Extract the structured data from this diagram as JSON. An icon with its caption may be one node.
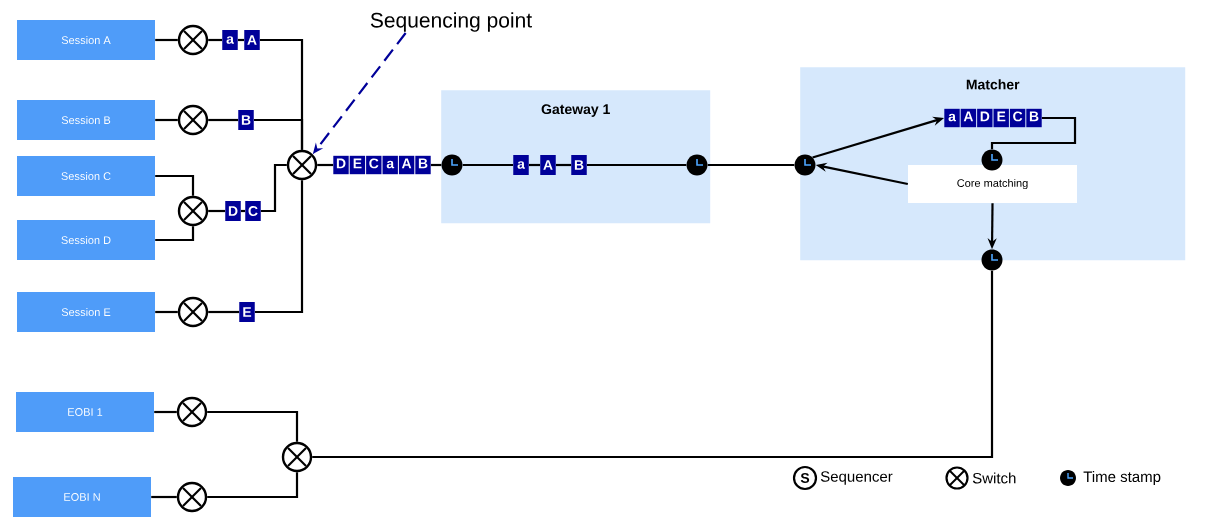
{
  "diagram": {
    "nodes": [
      {
        "text": [
          "Session A"
        ]
      },
      {
        "text": [
          "Session B"
        ]
      },
      {
        "text": [
          "Session C"
        ]
      },
      {
        "text": [
          "Session D"
        ]
      },
      {
        "text": [
          "Session E"
        ]
      },
      {
        "text": [
          "EOBI 1"
        ]
      },
      {
        "text": [
          "EOBI N"
        ]
      },
      {
        "text": [
          "Gateway 1"
        ]
      },
      {
        "text": [
          "Matcher"
        ]
      },
      {
        "text": [
          "Core matching"
        ],
        "in": 8
      },
      {
        "text": [
          "Sequencing point"
        ]
      },
      {
        "text": [],
        "shape": "circle"
      },
      {
        "text": [],
        "shape": "circle"
      },
      {
        "text": [],
        "shape": "circle"
      },
      {
        "text": [],
        "shape": "circle"
      },
      {
        "text": [],
        "shape": "circle"
      },
      {
        "text": [],
        "shape": "circle"
      },
      {
        "text": [],
        "shape": "circle"
      },
      {
        "text": [],
        "shape": "circle"
      },
      {
        "text": [],
        "shape": "circle",
        "in": 7
      },
      {
        "text": [],
        "shape": "circle",
        "in": 7
      },
      {
        "text": [],
        "shape": "circle",
        "in": 8
      },
      {
        "text": [],
        "shape": "circle",
        "in": 8
      },
      {
        "text": [],
        "shape": "circle"
      },
      {
        "text": [
          "a",
          "A",
          "D",
          "E",
          "C",
          "B"
        ],
        "in": 8
      },
      {
        "text": [
          "a"
        ]
      },
      {
        "text": [
          "A"
        ]
      },
      {
        "text": [
          "B"
        ]
      },
      {
        "text": [
          "D"
        ]
      },
      {
        "text": [
          "C"
        ]
      },
      {
        "text": [
          "E"
        ]
      },
      {
        "text": [
          "D",
          "E",
          "C",
          "a",
          "A",
          "B"
        ]
      },
      {
        "text": [
          "a"
        ],
        "in": 7
      },
      {
        "text": [
          "A"
        ],
        "in": 7
      },
      {
        "text": [
          "B"
        ],
        "in": 7
      }
    ],
    "edges": [
      {
        "from": 0,
        "to": 11,
        "arrow": "none"
      },
      {
        "from": 11,
        "to": 25,
        "arrow": "none"
      },
      {
        "from": 25,
        "to": 26,
        "arrow": "none"
      },
      {
        "from": 26,
        "to": 15,
        "arrow": "none"
      },
      {
        "from": 1,
        "to": 12,
        "arrow": "none"
      },
      {
        "from": 12,
        "to": 27,
        "arrow": "none"
      },
      {
        "from": 27,
        "to": 15,
        "arrow": "none"
      },
      {
        "from": 2,
        "to": 13,
        "arrow": "none"
      },
      {
        "from": 3,
        "to": 13,
        "arrow": "none"
      },
      {
        "from": 13,
        "to": 28,
        "arrow": "none"
      },
      {
        "from": 28,
        "to": 29,
        "arrow": "none"
      },
      {
        "from": 29,
        "to": 15,
        "arrow": "none"
      },
      {
        "from": 4,
        "to": 14,
        "arrow": "none"
      },
      {
        "from": 14,
        "to": 30,
        "arrow": "none"
      },
      {
        "from": 30,
        "to": 15,
        "arrow": "none"
      },
      {
        "from": 15,
        "to": 31,
        "arrow": "none"
      },
      {
        "from": 31,
        "to": 19,
        "arrow": "none"
      },
      {
        "from": 19,
        "to": 32,
        "arrow": "none"
      },
      {
        "from": 32,
        "to": 33,
        "arrow": "none"
      },
      {
        "from": 33,
        "to": 34,
        "arrow": "none"
      },
      {
        "from": 34,
        "to": 20,
        "arrow": "none"
      },
      {
        "from": 20,
        "to": 21,
        "arrow": "none"
      },
      {
        "from": 21,
        "to": 24,
        "arrow": "to"
      },
      {
        "from": 24,
        "to": 22,
        "arrow": "none"
      },
      {
        "from": 9,
        "to": 21,
        "arrow": "to"
      },
      {
        "from": 9,
        "to": 23,
        "arrow": "to"
      },
      {
        "from": 23,
        "to": 18,
        "arrow": "none"
      },
      {
        "from": 5,
        "to": 16,
        "arrow": "none"
      },
      {
        "from": 16,
        "to": 18,
        "arrow": "none"
      },
      {
        "from": 6,
        "to": 17,
        "arrow": "none"
      },
      {
        "from": 17,
        "to": 18,
        "arrow": "none"
      },
      {
        "from": 10,
        "to": 15,
        "arrow": "to",
        "style": "dashed",
        "color": "#000099"
      }
    ],
    "labels": [
      "S"
    ],
    "legend": [
      {
        "text": "Sequencer"
      },
      {
        "text": "Switch"
      },
      {
        "text": "Time stamp"
      }
    ]
  }
}
